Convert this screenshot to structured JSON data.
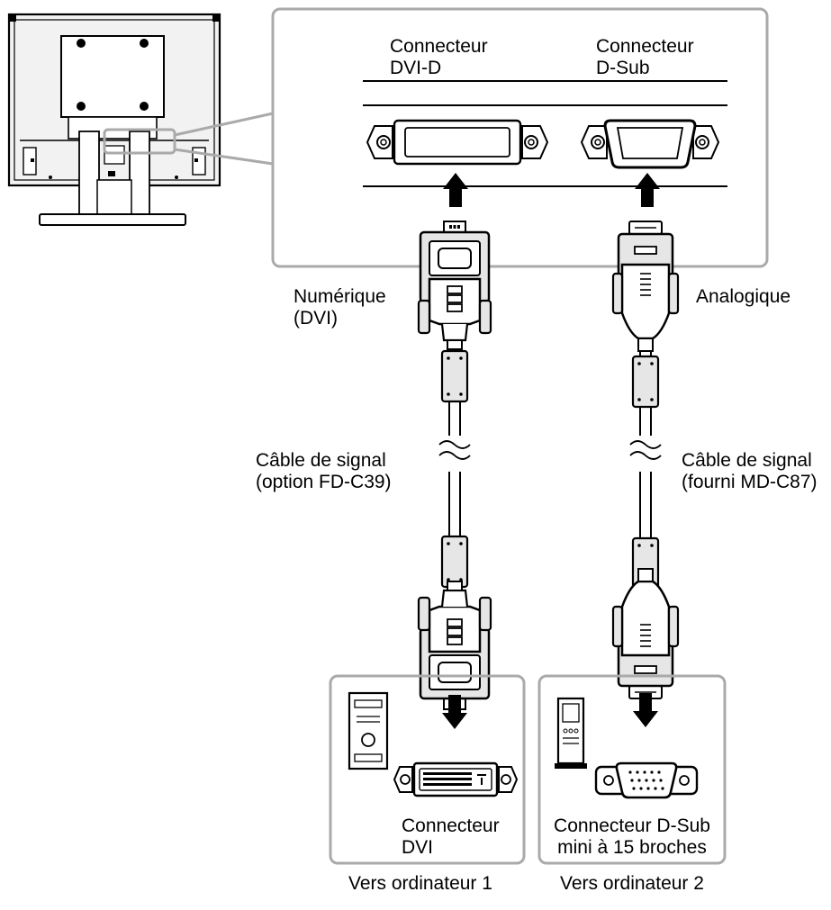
{
  "colors": {
    "ink": "#000000",
    "frame": "#aaaaaa",
    "connector_fill": "#e6e6e6",
    "monitor_fill": "#f2f2f2"
  },
  "panel_top": {
    "dvi_label": [
      "Connecteur",
      "DVI-D"
    ],
    "dsub_label": [
      "Connecteur",
      "D-Sub"
    ]
  },
  "cables": {
    "digital": {
      "label": [
        "Numérique",
        "(DVI)"
      ],
      "cable_label": [
        "Câble de signal",
        "(option FD-C39)"
      ]
    },
    "analog": {
      "label": [
        "Analogique"
      ],
      "cable_label": [
        "Câble de signal",
        "(fourni MD-C87)"
      ]
    }
  },
  "computers": [
    {
      "connector_label": [
        "Connecteur",
        "DVI"
      ],
      "caption": "Vers ordinateur 1"
    },
    {
      "connector_label": [
        "Connecteur D-Sub",
        "mini à 15 broches"
      ],
      "caption": "Vers ordinateur 2"
    }
  ],
  "icons": {
    "monitor": "monitor-rear-icon",
    "dvi_port": "dvi-port-icon",
    "dsub_port": "dsub-port-icon",
    "dvi_plug": "dvi-plug-icon",
    "dsub_plug": "dsub-plug-icon",
    "ferrite": "ferrite-core-icon",
    "arrow": "arrow-icon",
    "pc_tower": "pc-tower-icon"
  }
}
